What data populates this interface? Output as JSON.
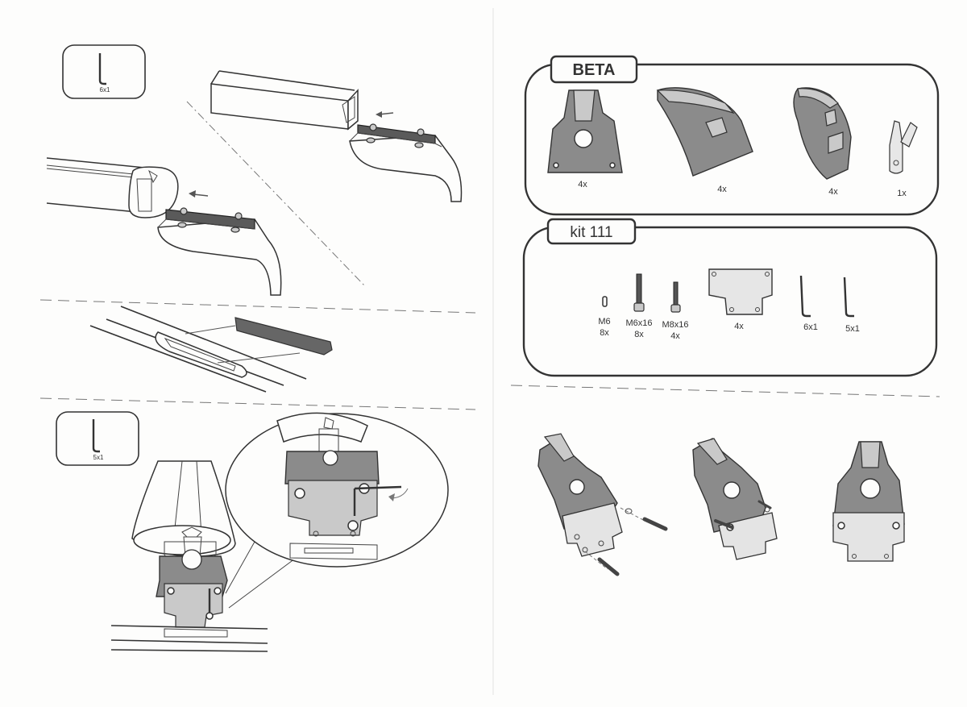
{
  "left": {
    "step1_tool_count": "6x1",
    "step3_tool_count": "5x1"
  },
  "beta": {
    "title": "BETA",
    "items": [
      {
        "count": "4x"
      },
      {
        "count": "4x"
      },
      {
        "count": "4x"
      },
      {
        "count": "1x"
      }
    ]
  },
  "kit": {
    "title": "kit 111",
    "items": [
      {
        "name": "M6",
        "count": "8x"
      },
      {
        "name": "M6x16",
        "count": "8x"
      },
      {
        "name": "M8x16",
        "count": "4x"
      },
      {
        "name": "",
        "count": "4x"
      },
      {
        "name": "",
        "count": "6x1"
      },
      {
        "name": "",
        "count": "5x1"
      }
    ]
  }
}
